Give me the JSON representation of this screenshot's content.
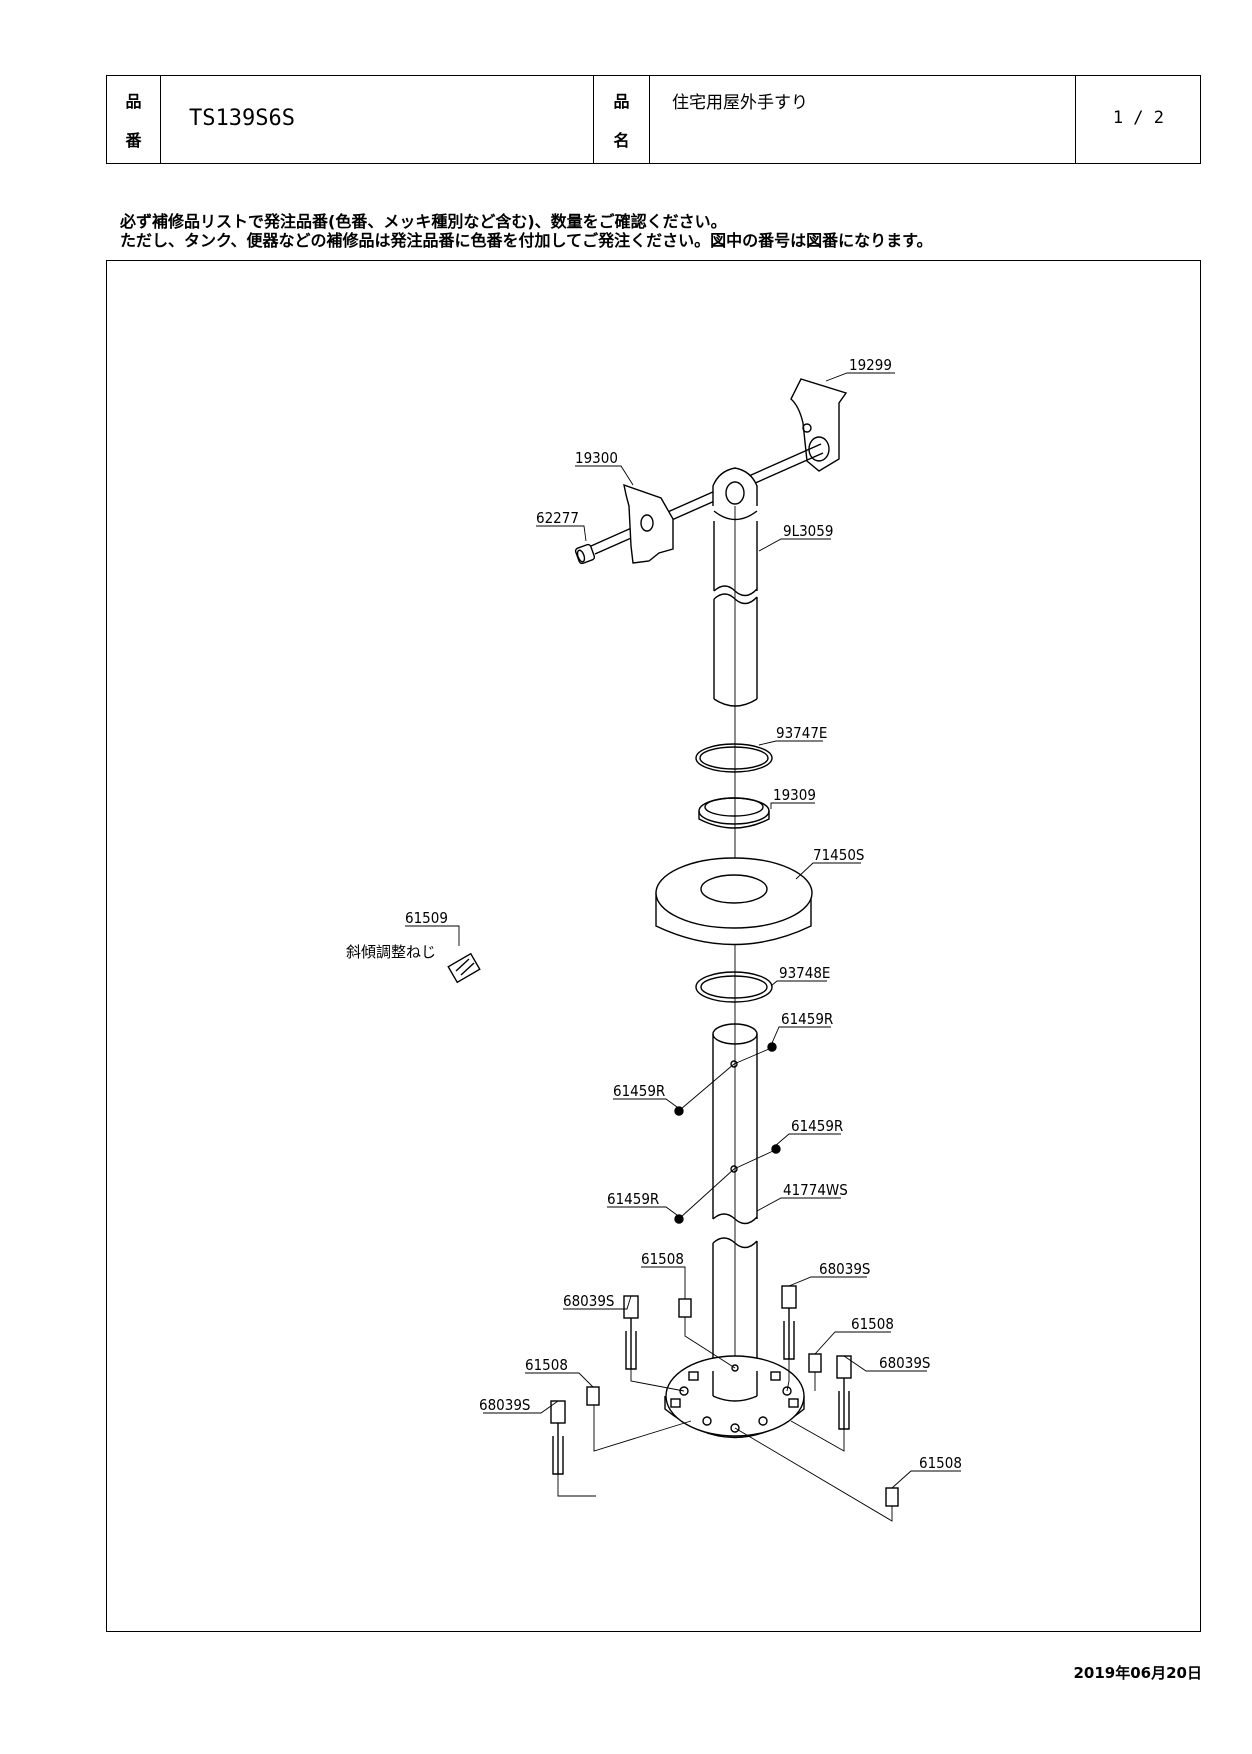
{
  "header": {
    "part_no_label_1": "品",
    "part_no_label_2": "番",
    "part_no": "TS139S6S",
    "name_label_1": "品",
    "name_label_2": "名",
    "product_name": "住宅用屋外手すり",
    "page": "1 / 2"
  },
  "notes": [
    "必ず補修品リストで発注品番(色番、メッキ種別など含む)、数量をご確認ください。",
    "ただし、タンク、便器などの補修品は発注品番に色番を付加してご発注ください。図中の番号は図番になります。"
  ],
  "diagram": {
    "labels": {
      "p19299": "19299",
      "p19300": "19300",
      "p62277": "62277",
      "p9L3059": "9L3059",
      "p93747E": "93747E",
      "p19309": "19309",
      "p71450S": "71450S",
      "p61509": "61509",
      "tilt_screw": "斜傾調整ねじ",
      "p93748E": "93748E",
      "p61459R_a": "61459R",
      "p61459R_b": "61459R",
      "p61459R_c": "61459R",
      "p61459R_d": "61459R",
      "p41774WS": "41774WS",
      "p61508_a": "61508",
      "p68039S_a": "68039S",
      "p68039S_b": "68039S",
      "p61508_b": "61508",
      "p61508_c": "61508",
      "p68039S_c": "68039S",
      "p68039S_d": "68039S",
      "p61508_d": "61508"
    }
  },
  "footer": {
    "date": "2019年06月20日"
  }
}
